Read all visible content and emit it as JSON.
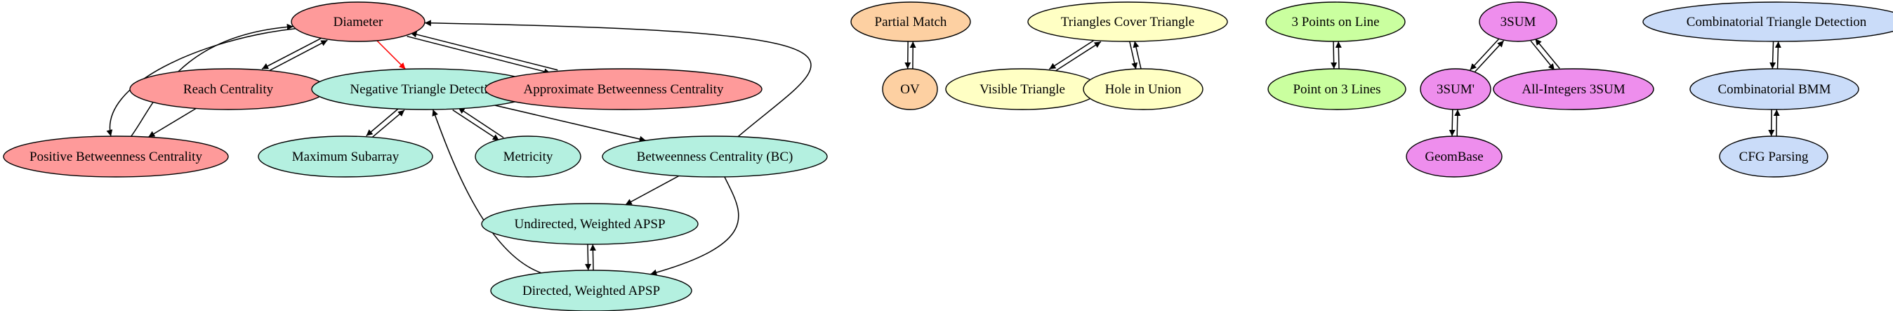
{
  "colors": {
    "red": "#fe9a9a",
    "teal": "#b4f0e0",
    "orange": "#fdd0a2",
    "yellow": "#ffffc4",
    "green": "#caff9f",
    "magenta": "#ee8eed",
    "blue": "#cadcf9",
    "edge": "#000000",
    "highlight_edge": "#ff0000"
  },
  "nodes": [
    {
      "id": "diameter",
      "label": "Diameter",
      "group": "red"
    },
    {
      "id": "reach",
      "label": "Reach Centrality",
      "group": "red"
    },
    {
      "id": "posbc",
      "label": "Positive Betweenness Centrality",
      "group": "red"
    },
    {
      "id": "neg",
      "label": "Negative Triangle Detection",
      "group": "teal"
    },
    {
      "id": "approx",
      "label": "Approximate Betweenness Centrality",
      "group": "red"
    },
    {
      "id": "maxsub",
      "label": "Maximum Subarray",
      "group": "teal"
    },
    {
      "id": "metric",
      "label": "Metricity",
      "group": "teal"
    },
    {
      "id": "bc",
      "label": "Betweenness Centrality (BC)",
      "group": "teal"
    },
    {
      "id": "uapsp",
      "label": "Undirected, Weighted APSP",
      "group": "teal"
    },
    {
      "id": "dapsp",
      "label": "Directed, Weighted APSP",
      "group": "teal"
    },
    {
      "id": "partial",
      "label": "Partial Match",
      "group": "orange"
    },
    {
      "id": "ov",
      "label": "OV",
      "group": "orange"
    },
    {
      "id": "tct",
      "label": "Triangles Cover Triangle",
      "group": "yellow"
    },
    {
      "id": "vis",
      "label": "Visible Triangle",
      "group": "yellow"
    },
    {
      "id": "hole",
      "label": "Hole in Union",
      "group": "yellow"
    },
    {
      "id": "p3l",
      "label": "3 Points on Line",
      "group": "green"
    },
    {
      "id": "po3l",
      "label": "Point on 3 Lines",
      "group": "green"
    },
    {
      "id": "s3",
      "label": "3SUM",
      "group": "magenta"
    },
    {
      "id": "s3p",
      "label": "3SUM'",
      "group": "magenta"
    },
    {
      "id": "allint",
      "label": "All-Integers 3SUM",
      "group": "magenta"
    },
    {
      "id": "geom",
      "label": "GeomBase",
      "group": "magenta"
    },
    {
      "id": "ctd",
      "label": "Combinatorial Triangle Detection",
      "group": "blue"
    },
    {
      "id": "cbmm",
      "label": "Combinatorial BMM",
      "group": "blue"
    },
    {
      "id": "cfg",
      "label": "CFG Parsing",
      "group": "blue"
    }
  ],
  "edges": [
    {
      "from": "diameter",
      "to": "reach"
    },
    {
      "from": "reach",
      "to": "diameter"
    },
    {
      "from": "diameter",
      "to": "posbc"
    },
    {
      "from": "posbc",
      "to": "diameter"
    },
    {
      "from": "reach",
      "to": "posbc"
    },
    {
      "from": "diameter",
      "to": "neg",
      "highlight": true
    },
    {
      "from": "diameter",
      "to": "approx"
    },
    {
      "from": "approx",
      "to": "diameter"
    },
    {
      "from": "bc",
      "to": "diameter"
    },
    {
      "from": "neg",
      "to": "maxsub"
    },
    {
      "from": "maxsub",
      "to": "neg"
    },
    {
      "from": "neg",
      "to": "metric"
    },
    {
      "from": "metric",
      "to": "neg"
    },
    {
      "from": "neg",
      "to": "bc"
    },
    {
      "from": "bc",
      "to": "uapsp"
    },
    {
      "from": "bc",
      "to": "dapsp"
    },
    {
      "from": "uapsp",
      "to": "dapsp"
    },
    {
      "from": "dapsp",
      "to": "uapsp"
    },
    {
      "from": "dapsp",
      "to": "neg"
    },
    {
      "from": "partial",
      "to": "ov"
    },
    {
      "from": "ov",
      "to": "partial"
    },
    {
      "from": "tct",
      "to": "vis"
    },
    {
      "from": "vis",
      "to": "tct"
    },
    {
      "from": "tct",
      "to": "hole"
    },
    {
      "from": "hole",
      "to": "tct"
    },
    {
      "from": "p3l",
      "to": "po3l"
    },
    {
      "from": "po3l",
      "to": "p3l"
    },
    {
      "from": "s3",
      "to": "s3p"
    },
    {
      "from": "s3p",
      "to": "s3"
    },
    {
      "from": "s3",
      "to": "allint"
    },
    {
      "from": "allint",
      "to": "s3"
    },
    {
      "from": "s3p",
      "to": "geom"
    },
    {
      "from": "geom",
      "to": "s3p"
    },
    {
      "from": "ctd",
      "to": "cbmm"
    },
    {
      "from": "cbmm",
      "to": "ctd"
    },
    {
      "from": "cbmm",
      "to": "cfg"
    },
    {
      "from": "cfg",
      "to": "cbmm"
    }
  ]
}
